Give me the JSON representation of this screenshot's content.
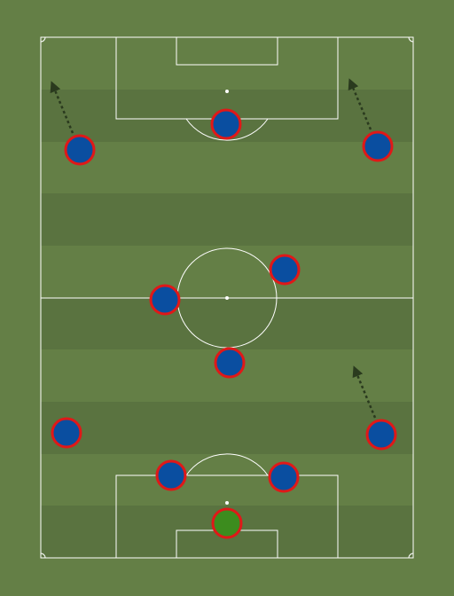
{
  "colors": {
    "grass_light": "#647f46",
    "grass_dark": "#5a7340",
    "line": "#ffffff",
    "player_fill": "#0a4ea0",
    "goalkeeper_fill": "#3c8c1e",
    "player_outline": "#e01818",
    "run_arrow": "#2a3a1e"
  },
  "players": [
    {
      "role": "goalkeeper",
      "is_goalkeeper": true
    },
    {
      "role": "center-back-left"
    },
    {
      "role": "center-back-right"
    },
    {
      "role": "left-back"
    },
    {
      "role": "right-back"
    },
    {
      "role": "defensive-midfielder"
    },
    {
      "role": "central-midfielder-left"
    },
    {
      "role": "central-midfielder-right"
    },
    {
      "role": "left-winger"
    },
    {
      "role": "striker"
    },
    {
      "role": "right-winger"
    }
  ],
  "runs": [
    {
      "from_player": "left-winger",
      "direction": "up-left"
    },
    {
      "from_player": "right-winger",
      "direction": "up-left"
    },
    {
      "from_player": "right-back",
      "direction": "up-left"
    }
  ]
}
